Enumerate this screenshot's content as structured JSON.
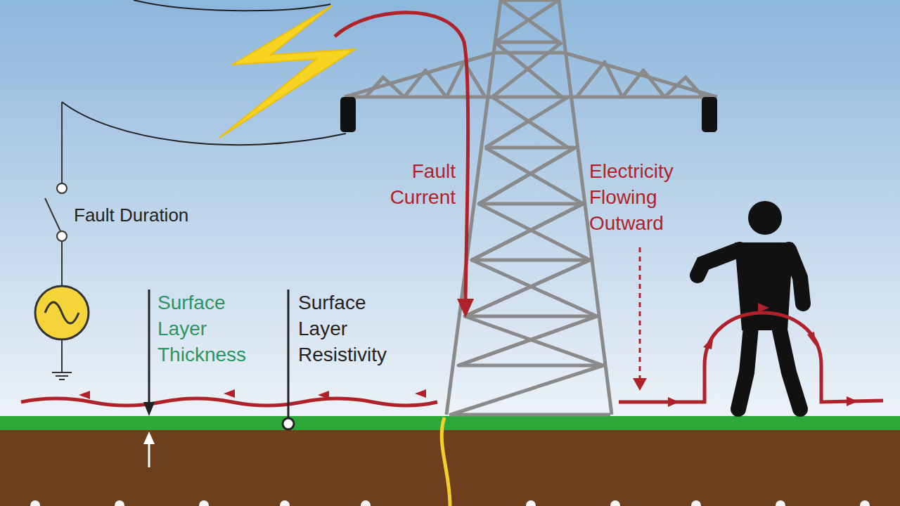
{
  "diagram": {
    "labels": [
      "Fault Duration",
      "Surface Layer Thickness",
      "Surface Layer Resistivity",
      "Fault Current",
      "Electricity Flowing Outward"
    ]
  }
}
